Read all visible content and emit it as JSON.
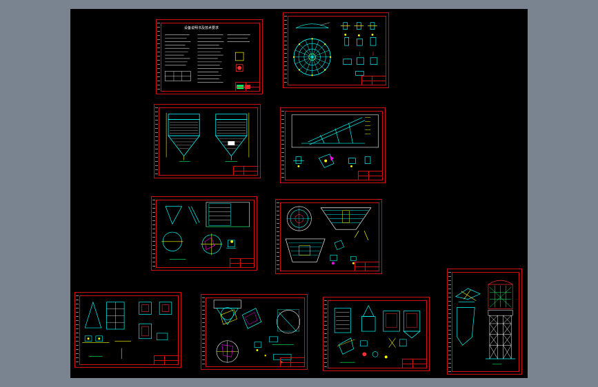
{
  "app": {
    "viewport_background": "#000000",
    "frame_color": "#d01010",
    "accent_colors": [
      "#00ffff",
      "#ffff00",
      "#ff00ff",
      "#00ff00",
      "#ffffff"
    ]
  },
  "sheets": [
    {
      "id": "sheet-1",
      "kind": "notes",
      "title_text": "设备说明书及技术要求"
    },
    {
      "id": "sheet-2",
      "kind": "plan-circle"
    },
    {
      "id": "sheet-3",
      "kind": "elevation-hoppers"
    },
    {
      "id": "sheet-4",
      "kind": "conveyor-inclined"
    },
    {
      "id": "sheet-5",
      "kind": "details-a"
    },
    {
      "id": "sheet-6",
      "kind": "hopper-section"
    },
    {
      "id": "sheet-7",
      "kind": "details-b"
    },
    {
      "id": "sheet-8",
      "kind": "details-c"
    },
    {
      "id": "sheet-9",
      "kind": "details-d"
    },
    {
      "id": "sheet-10",
      "kind": "tower-elevation"
    }
  ]
}
